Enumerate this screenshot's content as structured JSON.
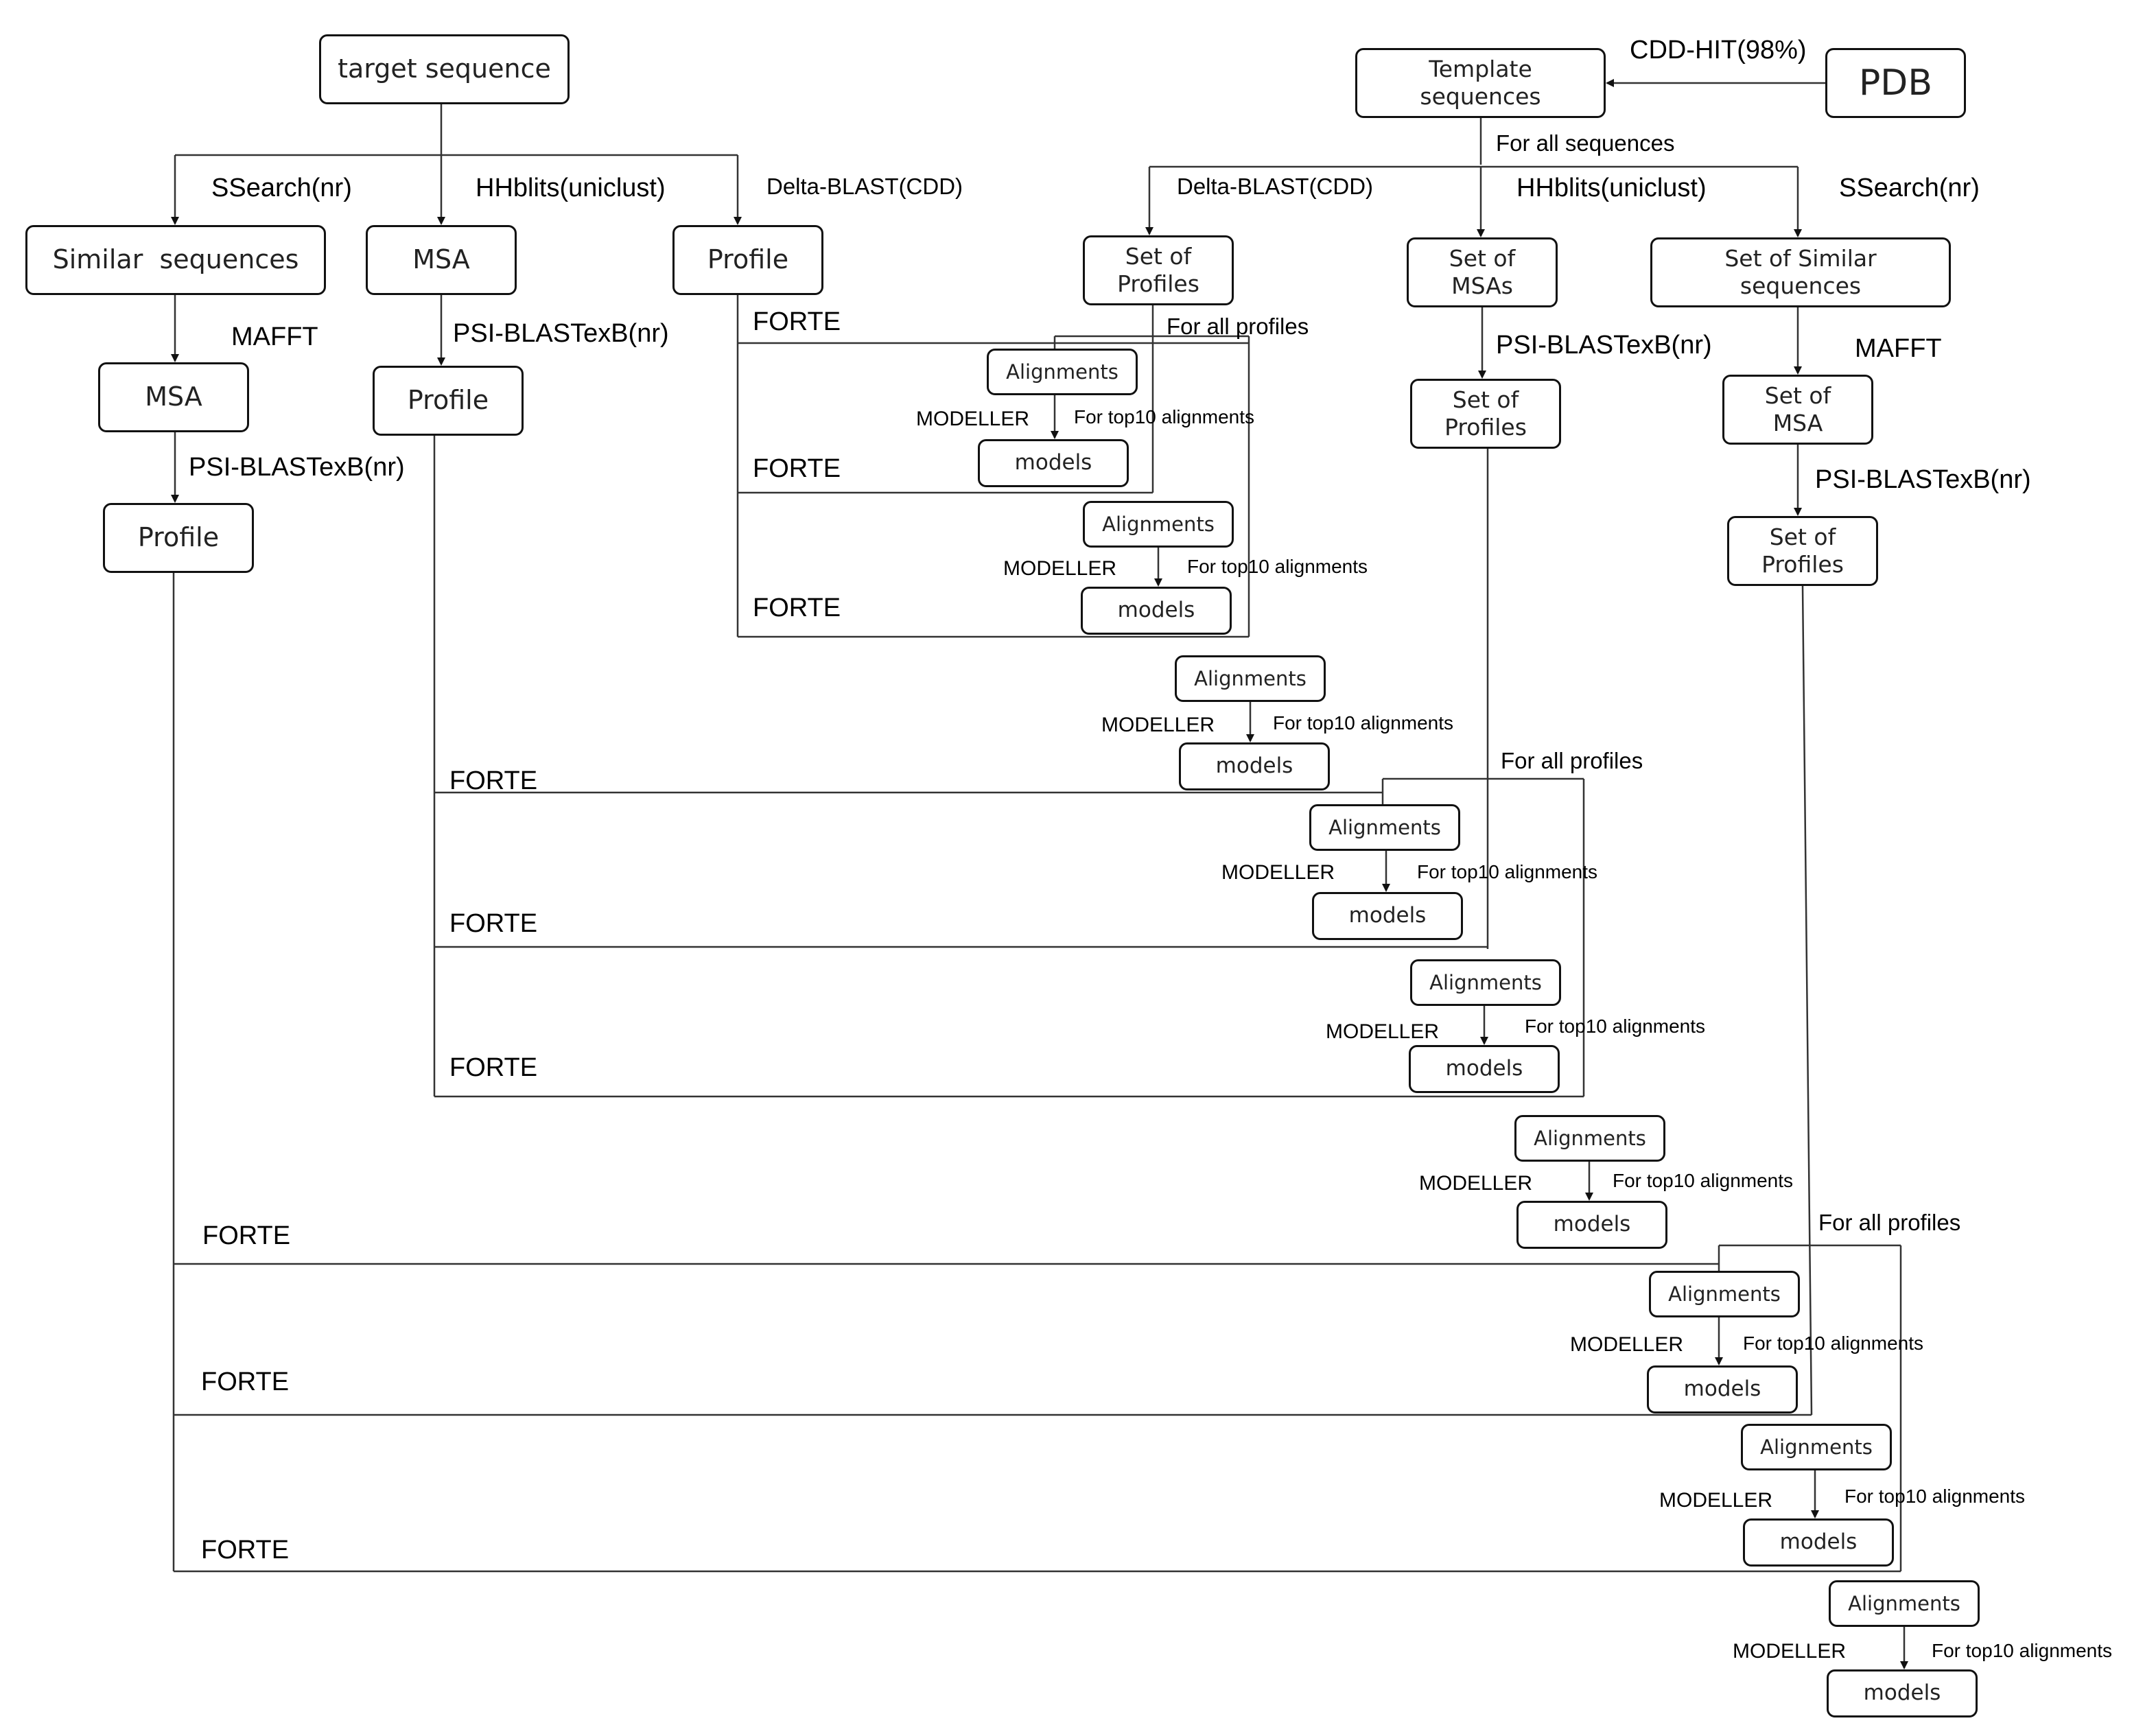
{
  "nodes": {
    "target": "target sequence",
    "template": "Template\nsequences",
    "pdb": "PDB",
    "similar_sequences": "Similar  sequences",
    "msa_hh": "MSA",
    "profile_delta": "Profile",
    "msa_mafft": "MSA",
    "profile_psi": "Profile",
    "profile_left": "Profile",
    "set_profiles_delta": "Set of\nProfiles",
    "set_msas": "Set of\nMSAs",
    "set_similar": "Set of Similar\nsequences",
    "set_profiles_hh": "Set of\nProfiles",
    "set_msa": "Set of\nMSA",
    "set_profiles_right": "Set of\nProfiles",
    "alignments": "Alignments",
    "models": "models"
  },
  "labels": {
    "cdd_hit": "CDD-HIT(98%)",
    "for_all_sequences": "For all sequences",
    "ssearch": "SSearch(nr)",
    "hhblits": "HHblits(uniclust)",
    "delta_blast": "Delta-BLAST(CDD)",
    "mafft": "MAFFT",
    "psi_blast": "PSI-BLASTexB(nr)",
    "forte": "FORTE",
    "for_all_profiles": "For all profiles",
    "modeller": "MODELLER",
    "for_top10": "For top10 alignments"
  }
}
